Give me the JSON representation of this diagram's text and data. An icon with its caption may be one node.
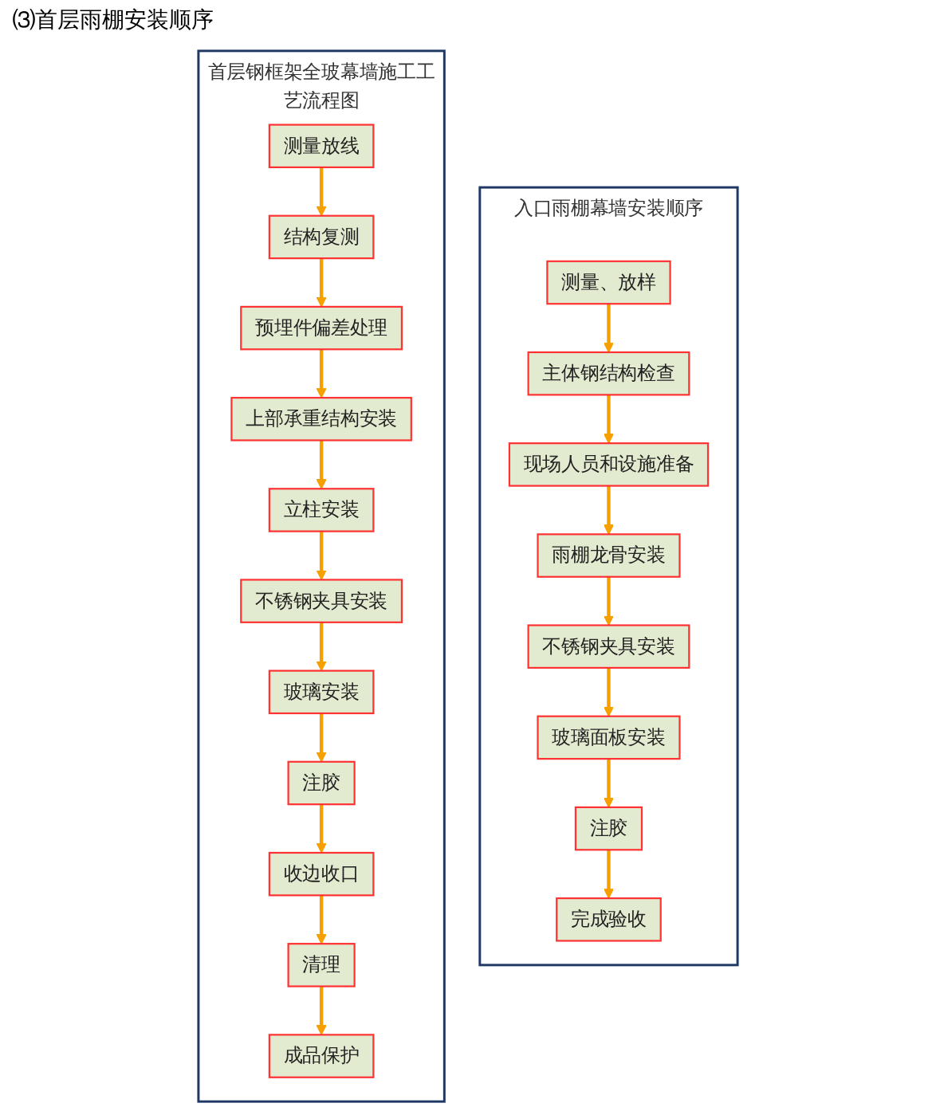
{
  "diagram": {
    "nodes": [
      {
        "text": [
          "首层钢框架全玻幕墙施工工艺流程图"
        ]
      },
      {
        "text": [
          "测量放线"
        ],
        "in": 0
      },
      {
        "text": [
          "结构复测"
        ],
        "in": 0
      },
      {
        "text": [
          "预埋件偏差处理"
        ],
        "in": 0
      },
      {
        "text": [
          "上部承重结构安装"
        ],
        "in": 0
      },
      {
        "text": [
          "立柱安装"
        ],
        "in": 0
      },
      {
        "text": [
          "不锈钢夹具安装"
        ],
        "in": 0
      },
      {
        "text": [
          "玻璃安装"
        ],
        "in": 0
      },
      {
        "text": [
          "注胶"
        ],
        "in": 0
      },
      {
        "text": [
          "收边收口"
        ],
        "in": 0
      },
      {
        "text": [
          "清理"
        ],
        "in": 0
      },
      {
        "text": [
          "成品保护"
        ],
        "in": 0
      },
      {
        "text": [
          "入口雨棚幕墙安装顺序"
        ]
      },
      {
        "text": [
          "测量、放样"
        ],
        "in": 12
      },
      {
        "text": [
          "主体钢结构检查"
        ],
        "in": 12
      },
      {
        "text": [
          "现场人员和设施准备"
        ],
        "in": 12
      },
      {
        "text": [
          "雨棚龙骨安装"
        ],
        "in": 12
      },
      {
        "text": [
          "不锈钢夹具安装"
        ],
        "in": 12
      },
      {
        "text": [
          "玻璃面板安装"
        ],
        "in": 12
      },
      {
        "text": [
          "注胶"
        ],
        "in": 12
      },
      {
        "text": [
          "完成验收"
        ],
        "in": 12
      }
    ],
    "edges": [
      {
        "from": 1,
        "to": 2,
        "arrow": "to"
      },
      {
        "from": 2,
        "to": 3,
        "arrow": "to"
      },
      {
        "from": 3,
        "to": 4,
        "arrow": "to"
      },
      {
        "from": 4,
        "to": 5,
        "arrow": "to"
      },
      {
        "from": 5,
        "to": 6,
        "arrow": "to"
      },
      {
        "from": 6,
        "to": 7,
        "arrow": "to"
      },
      {
        "from": 7,
        "to": 8,
        "arrow": "to"
      },
      {
        "from": 8,
        "to": 9,
        "arrow": "to"
      },
      {
        "from": 9,
        "to": 10,
        "arrow": "to"
      },
      {
        "from": 10,
        "to": 11,
        "arrow": "to"
      },
      {
        "from": 13,
        "to": 14,
        "arrow": "to"
      },
      {
        "from": 14,
        "to": 15,
        "arrow": "to"
      },
      {
        "from": 15,
        "to": 16,
        "arrow": "to"
      },
      {
        "from": 16,
        "to": 17,
        "arrow": "to"
      },
      {
        "from": 17,
        "to": 18,
        "arrow": "to"
      },
      {
        "from": 18,
        "to": 19,
        "arrow": "to"
      },
      {
        "from": 19,
        "to": 20,
        "arrow": "to"
      }
    ],
    "labels": [
      "⑶首层雨棚安装顺序"
    ]
  }
}
